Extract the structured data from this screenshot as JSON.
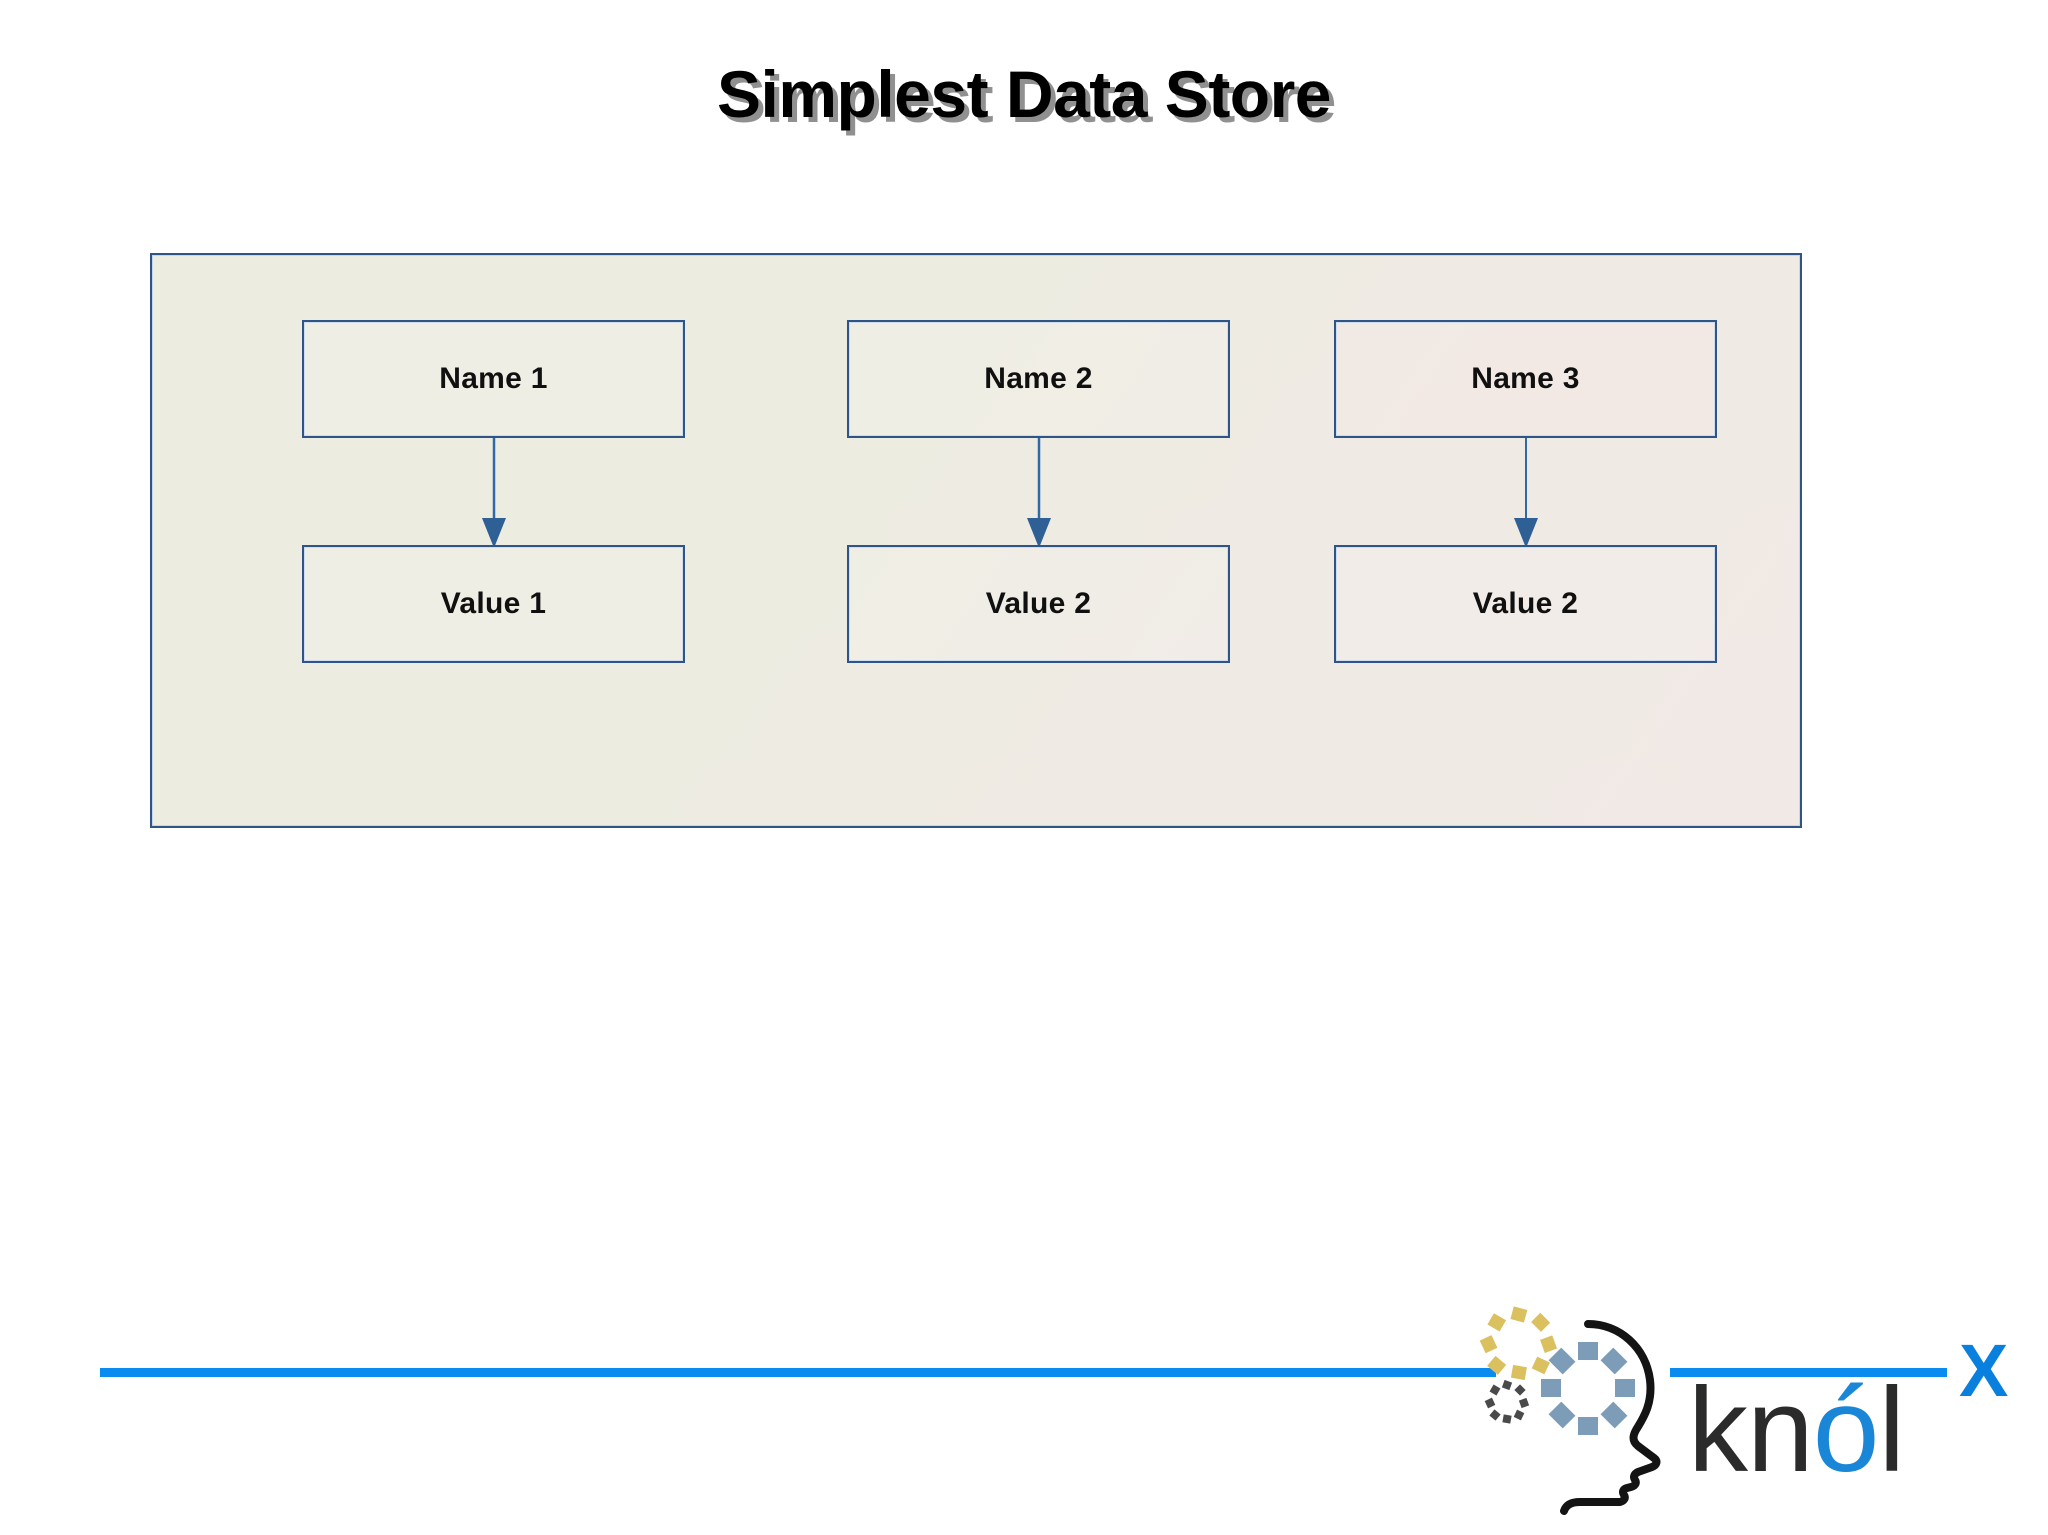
{
  "slide": {
    "title": "Simplest Data Store"
  },
  "diagram": {
    "name": "simplest-data-store-diagram",
    "columns": [
      {
        "name_label": "Name 1",
        "value_label": "Value 1",
        "arrow": "down-arrow"
      },
      {
        "name_label": "Name 2",
        "value_label": "Value 2",
        "arrow": "down-arrow"
      },
      {
        "name_label": "Name 3",
        "value_label": "Value 2",
        "arrow": "down-arrow"
      }
    ]
  },
  "footer": {
    "logo": {
      "wordmark_part1": "kn",
      "wordmark_accent": "ó",
      "wordmark_part3": "l",
      "superscript": "X",
      "icons": [
        "head-profile-icon",
        "gear-ring-yellow-icon",
        "gear-ring-gray-icon",
        "gear-ring-blue-icon"
      ]
    }
  },
  "colors": {
    "accent_blue": "#0a8bf0",
    "logo_blue": "#1a86d8",
    "box_border": "#2f5488",
    "panel_beige": "#edece1",
    "panel_pink": "#f1e9e5",
    "text_dark": "#101010"
  }
}
